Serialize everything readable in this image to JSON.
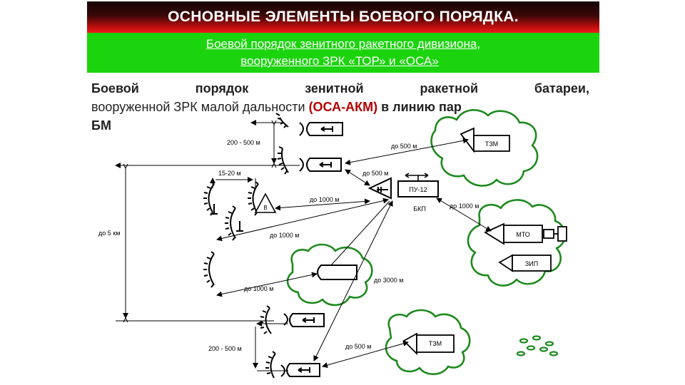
{
  "title": "ОСНОВНЫЕ ЭЛЕМЕНТЫ БОЕВОГО ПОРЯДКА.",
  "subtitle": {
    "line1": "Боевой порядок зенитного ракетного дивизиона,",
    "line2": "вооруженного ЗРК «ТОР» и «ОСА»"
  },
  "description": {
    "words": [
      "Боевой",
      "порядок",
      "зенитной",
      "ракетной",
      "батареи,"
    ],
    "line2_plain": "вооруженной ЗРК малой дальности ",
    "line2_red": "(ОСА-АКМ)",
    "line2_tail": " в линию пар",
    "line3": "БМ"
  },
  "labels": {
    "d200_500_top": "200 - 500 м",
    "d15_20": "15-20 м",
    "d5km": "до 5 км",
    "d500_tzm": "до 500 м",
    "d500_pu": "до 500 м",
    "d1000_a": "до 1000 м",
    "d1000_b": "до 1000 м",
    "d1000_c": "до 1000 м",
    "d1000_mto": "до 1000 м",
    "d3000": "до 3000 м",
    "d200_500_bot": "200 - 500 м",
    "d500_bot": "до 500 м",
    "bkp": "БКП"
  },
  "boxes": {
    "tzm_top": "ТЗМ",
    "pu12": "ПУ-12",
    "mto": "МТО",
    "zip": "ЗИП",
    "tzm_bot": "ТЗМ",
    "v": "В"
  },
  "colors": {
    "title_bg": "#b80d0d",
    "subtitle_bg": "#1cd40e",
    "camouflage": "#1e8a1e",
    "accent_red": "#b30000"
  }
}
